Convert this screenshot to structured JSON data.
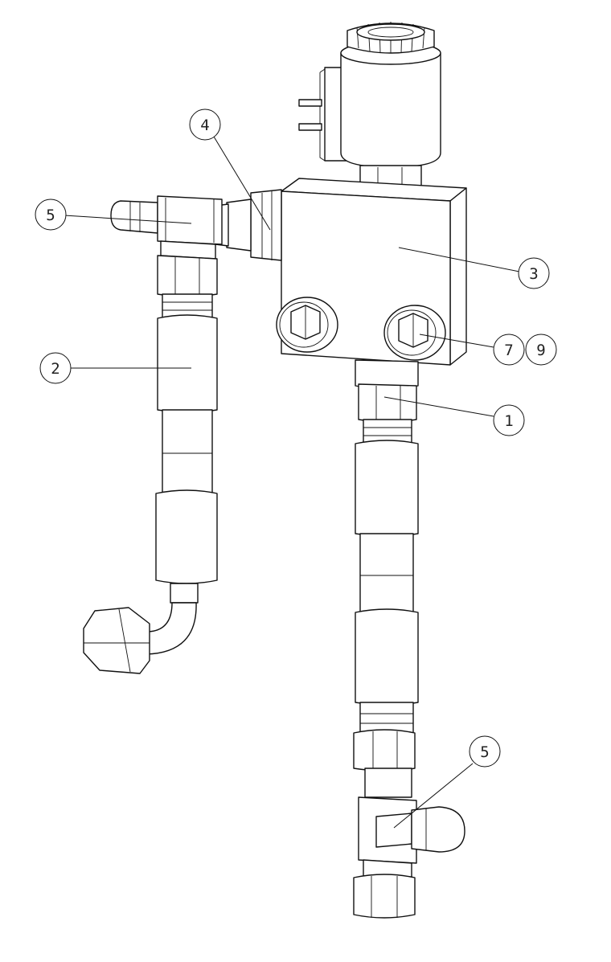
{
  "callouts": [
    {
      "id": "c1",
      "label": "1"
    },
    {
      "id": "c2",
      "label": "2"
    },
    {
      "id": "c3",
      "label": "3"
    },
    {
      "id": "c4",
      "label": "4"
    },
    {
      "id": "c5a",
      "label": "5"
    },
    {
      "id": "c5b",
      "label": "5"
    },
    {
      "id": "c7",
      "label": "7"
    },
    {
      "id": "c9",
      "label": "9"
    }
  ]
}
